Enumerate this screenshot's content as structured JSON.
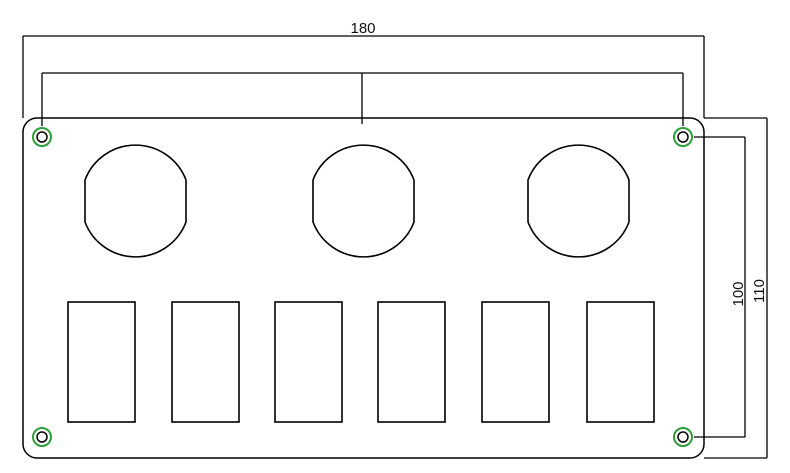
{
  "dimensions": {
    "overall_width": "180",
    "hole_spacing_width": "",
    "hole_spacing_height": "100",
    "overall_height": "110"
  },
  "colors": {
    "outline": "#000000",
    "mounting_hole_ring": "#2e9e3a"
  },
  "features": {
    "round_cutouts": 3,
    "rectangular_switch_cutouts": 6,
    "mounting_holes": 4
  }
}
